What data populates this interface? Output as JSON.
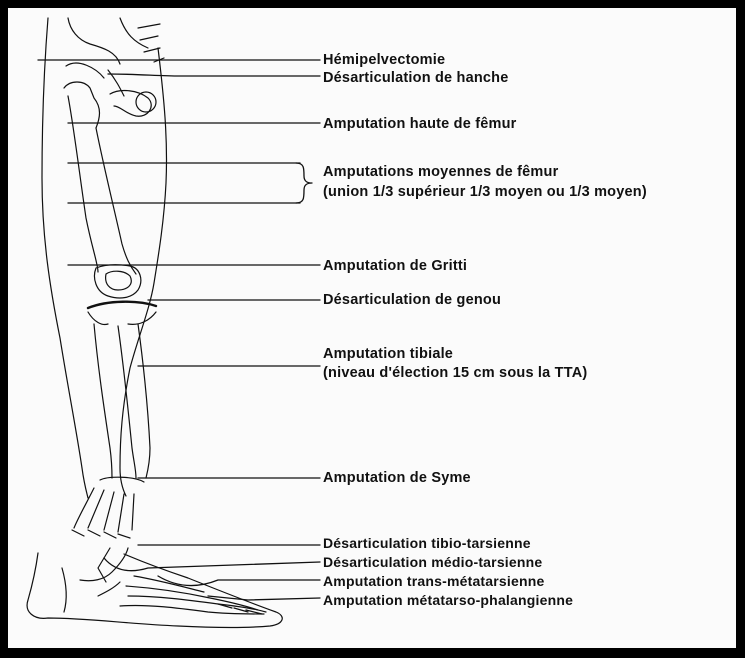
{
  "labels": {
    "hemipelvectomie": "Hémipelvectomie",
    "desart_hanche": "Désarticulation de hanche",
    "amp_haute_femur": "Amputation haute de fêmur",
    "amp_moyennes_femur": "Amputations moyennes de fêmur",
    "amp_moyennes_detail": "(union 1/3 supérieur 1/3 moyen ou 1/3 moyen)",
    "amp_gritti": "Amputation de Gritti",
    "desart_genou": "Désarticulation de genou",
    "amp_tibiale": "Amputation tibiale",
    "amp_tibiale_detail": "(niveau d'élection 15 cm sous la TTA)",
    "amp_syme": "Amputation de Syme",
    "desart_tibio": "Désarticulation tibio-tarsienne",
    "desart_medio": "Désarticulation médio-tarsienne",
    "amp_trans": "Amputation trans-métatarsienne",
    "amp_metatarso": "Amputation métatarso-phalangienne"
  },
  "colors": {
    "ink": "#111111",
    "paper": "#fbfbfb",
    "frame": "#000000"
  }
}
